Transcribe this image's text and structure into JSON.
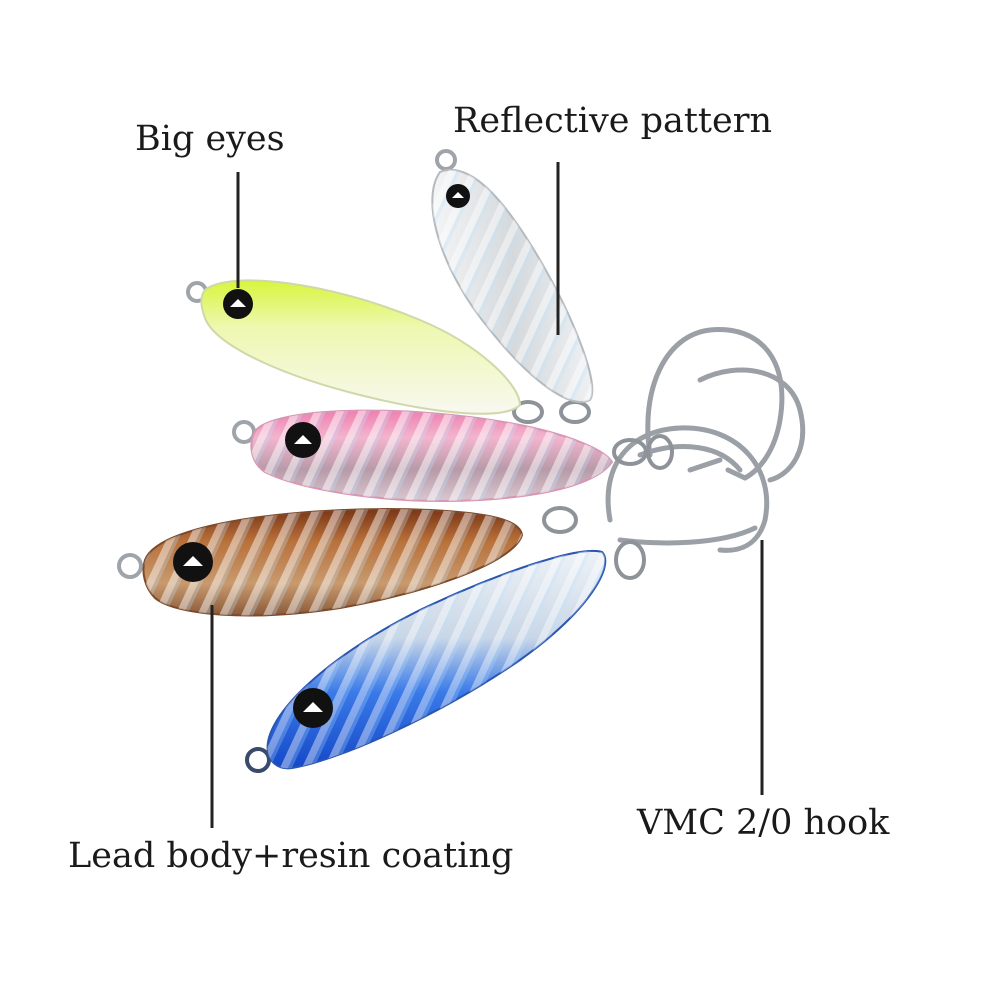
{
  "callouts": {
    "big_eyes": "Big eyes",
    "reflective_pattern": "Reflective pattern",
    "vmc_hook": "VMC 2/0 hook",
    "lead_body": "Lead body+resin coating"
  },
  "lures": [
    {
      "name": "lure-chartreuse-glow",
      "top_color": "#d8f53c",
      "body_color": "#f4f6ec"
    },
    {
      "name": "lure-silver-clear",
      "top_color": "#cfd3d6",
      "body_color": "#eef0f2"
    },
    {
      "name": "lure-pink",
      "top_color": "#f28ab4",
      "body_color": "#c9a6b6"
    },
    {
      "name": "lure-brown",
      "top_color": "#9a4a22",
      "body_color": "#c98a4e"
    },
    {
      "name": "lure-blue",
      "top_color": "#1f5fd8",
      "body_color": "#dfe6ee"
    }
  ],
  "colors": {
    "background": "#ffffff",
    "leader_line": "#222222",
    "hook_steel": "#9aa0a6",
    "eye": "#111111"
  }
}
